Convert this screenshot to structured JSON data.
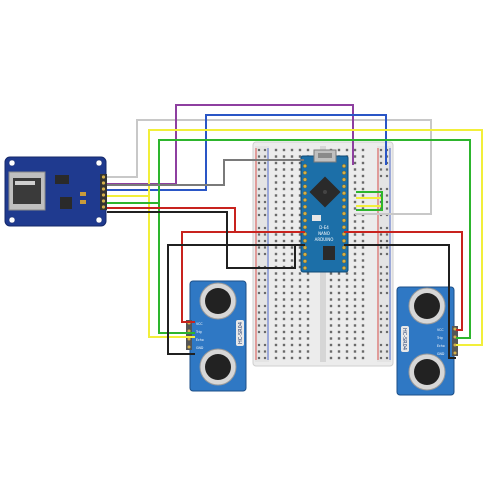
{
  "components": {
    "sd_module": {
      "name": "micro-sd-card-module",
      "color": "#1f3a8f"
    },
    "arduino": {
      "name": "arduino-nano",
      "color": "#1c6fa8",
      "label_line1": "D-E4",
      "label_line2": "NANO",
      "label_line3": "ARDUINO"
    },
    "sensor_left": {
      "name": "ultrasonic-sensor-left",
      "color": "#2f78c4",
      "model_label": "HC-SR04",
      "pins": [
        "VCC",
        "Trig",
        "Echo",
        "GND"
      ]
    },
    "sensor_right": {
      "name": "ultrasonic-sensor-right",
      "color": "#2f78c4",
      "model_label": "HC-SR04",
      "pins": [
        "VCC",
        "Trig",
        "Echo",
        "GND"
      ]
    },
    "breadboard": {
      "name": "half-breadboard",
      "rail_red": "#d9302a",
      "rail_blue": "#3050c8"
    }
  },
  "wire_colors": {
    "white": "#c8c8c8",
    "purple": "#8e3fa0",
    "blue": "#2a56c6",
    "yellow": "#f2ef3a",
    "green": "#2db52d",
    "red": "#c8231e",
    "black": "#202020"
  }
}
